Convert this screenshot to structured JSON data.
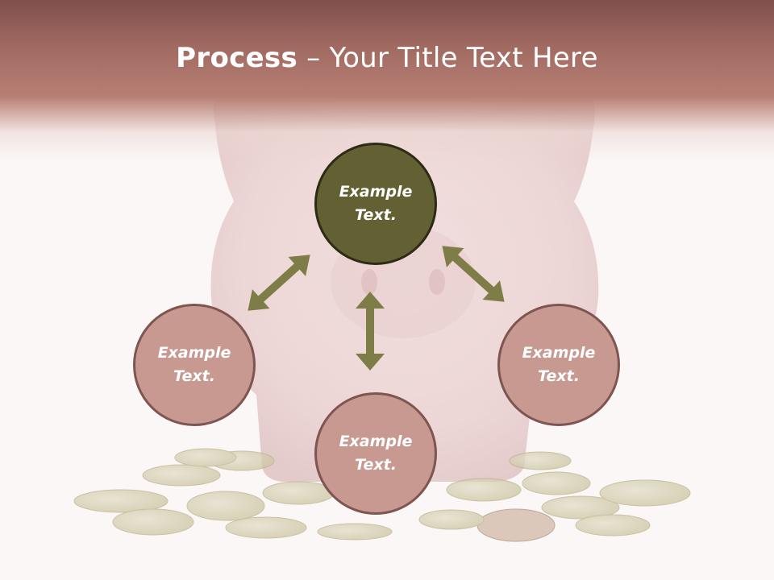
{
  "title": {
    "bold": "Process",
    "separator": " – ",
    "rest": "Your Title Text Here"
  },
  "nodes": {
    "top": {
      "line1": "Example",
      "line2": "Text."
    },
    "left": {
      "line1": "Example",
      "line2": "Text."
    },
    "bottom": {
      "line1": "Example",
      "line2": "Text."
    },
    "right": {
      "line1": "Example",
      "line2": "Text."
    }
  },
  "colors": {
    "header_band": "#a26b62",
    "main_circle": "#636133",
    "satellite_circle": "#c79990",
    "arrow": "#7f7d47"
  },
  "background": "piggy-bank-on-coins-photo"
}
